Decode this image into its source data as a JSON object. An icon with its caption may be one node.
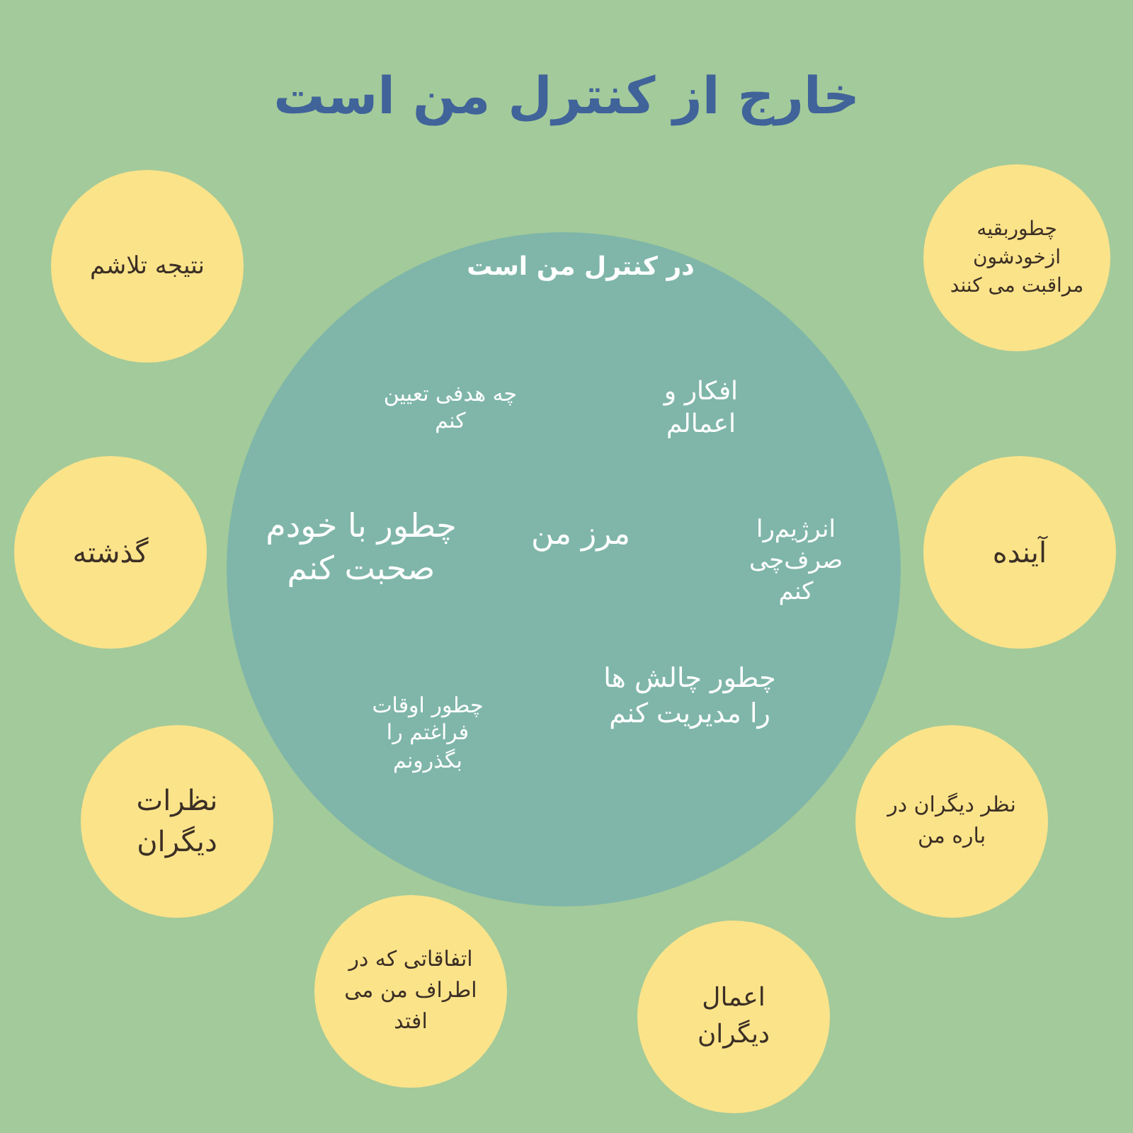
{
  "diagram": {
    "title": "خارج از کنترل من است",
    "nodes": [
      {
        "text": [
          "در کنترل من است",
          "افکار و اعمالم",
          "چه هدفی تعیین کنم",
          "انرژیم‌را صرف‌چی کنم",
          "مرز من",
          "چطور با خودم صحبت کنم",
          "چطور چالش ها را مدیریت کنم",
          "چطور اوقات فراغتم را بگذرونم"
        ]
      },
      {
        "text": [
          "نتیجه تلاشم"
        ]
      },
      {
        "text": [
          "چطوربقیه ازخودشون مراقبت می کنند"
        ]
      },
      {
        "text": [
          "گذشته"
        ]
      },
      {
        "text": [
          "آینده"
        ]
      },
      {
        "text": [
          "نظرات دیگران"
        ]
      },
      {
        "text": [
          "نظر دیگران در باره من"
        ]
      },
      {
        "text": [
          "اتفاقاتی که در اطراف من می افتد"
        ]
      },
      {
        "text": [
          "اعمال دیگران"
        ]
      }
    ]
  }
}
